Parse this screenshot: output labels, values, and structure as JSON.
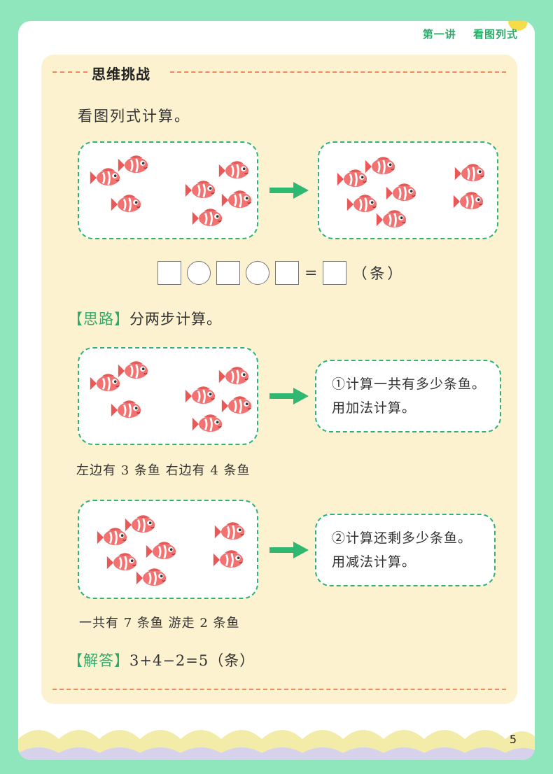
{
  "header": {
    "lecture": "第一讲",
    "topic": "看图列式"
  },
  "section_title": "思维挑战",
  "instruction": "看图列式计算。",
  "equation": {
    "equals": "=",
    "unit": "（条）"
  },
  "thinking": {
    "label": "【思路】",
    "text": "分两步计算。"
  },
  "step1": {
    "line1": "①计算一共有多少条鱼。",
    "line2": "用加法计算。"
  },
  "caption1": "左边有 3 条鱼  右边有 4 条鱼",
  "step2": {
    "line1": "②计算还剩多少条鱼。",
    "line2": "用减法计算。"
  },
  "caption2": "一共有 7 条鱼   游走 2 条鱼",
  "answer": {
    "label": "【解答】",
    "text": "3+4−2=5（条）"
  },
  "page_number": "5",
  "colors": {
    "page_bg": "#8fe6bd",
    "panel_bg": "#fdf2cf",
    "accent_green": "#2eaa6c",
    "dash_orange": "#f08a5b",
    "fish": "#ef6f6f"
  }
}
